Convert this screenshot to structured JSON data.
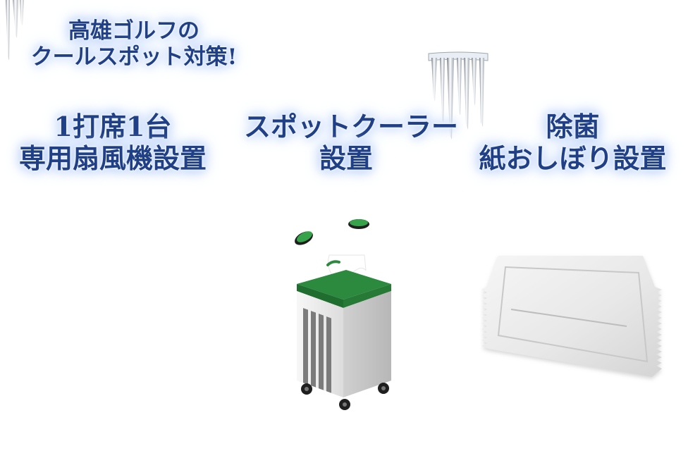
{
  "headline": {
    "line1": "高雄ゴルフの",
    "line2": "クールスポット対策!"
  },
  "features": [
    {
      "line1": "1打席1台",
      "line2": "専用扇風機設置"
    },
    {
      "line1": "スポットクーラー",
      "line2": "設置"
    },
    {
      "line1": "除菌",
      "line2": "紙おしぼり設置"
    }
  ],
  "colors": {
    "headline_text": "#1f3f86",
    "glow": "#b7cff7",
    "cooler_top": "#2b8a3e",
    "cooler_body": "#d7d7d7"
  },
  "illustrations": [
    "icicle-decoration",
    "spot-cooler-illustration",
    "wet-towel-packet-illustration"
  ]
}
